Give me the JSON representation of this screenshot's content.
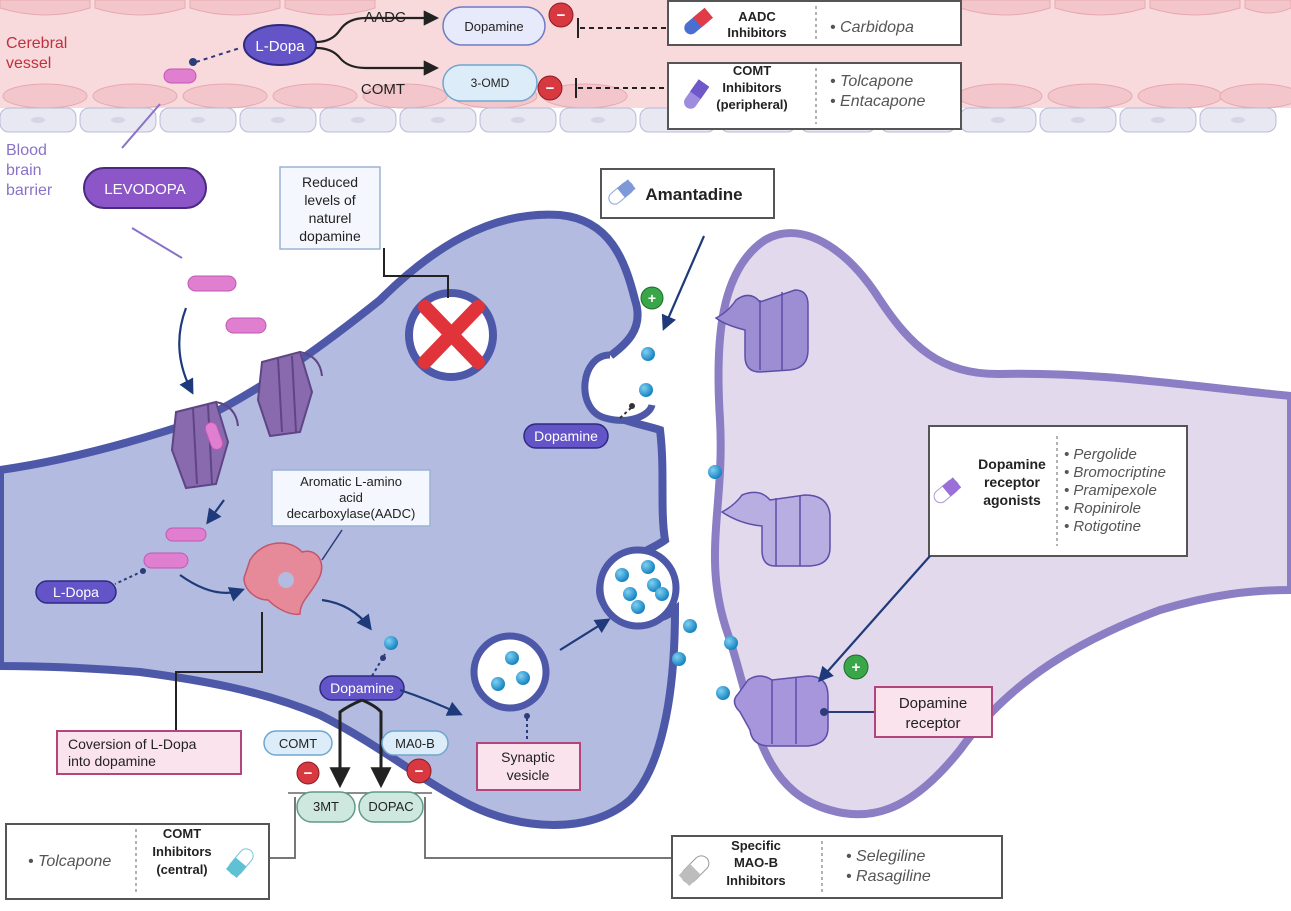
{
  "vessel": {
    "label_line1": "Cerebral",
    "label_line2": "vessel",
    "l_dopa": "L-Dopa",
    "aadc": "AADC",
    "comt": "COMT",
    "dopamine": "Dopamine",
    "three_omd": "3-OMD"
  },
  "bbb": {
    "line1": "Blood",
    "line2": "brain",
    "line3": "barrier"
  },
  "levodopa": "LEVODOPA",
  "aadc_inhibitors": {
    "title_line1": "AADC",
    "title_line2": "Inhibitors",
    "drugs": [
      "Carbidopa"
    ]
  },
  "comt_peripheral": {
    "title_line1": "COMT",
    "title_line2": "Inhibitors",
    "title_line3": "(peripheral)",
    "drugs": [
      "Tolcapone",
      "Entacapone"
    ]
  },
  "reduced_box": {
    "line1": "Reduced",
    "line2": "levels of",
    "line3": "naturel",
    "line4": "dopamine"
  },
  "amantadine": "Amantadine",
  "synapse": {
    "dopamine_release": "Dopamine",
    "aadc_line1": "Aromatic L-amino",
    "aadc_line2": "acid",
    "aadc_line3": "decarboxylase(AADC)",
    "l_dopa": "L-Dopa",
    "dopamine_center": "Dopamine",
    "comt": "COMT",
    "maob": "MA0-B",
    "three_mt": "3MT",
    "dopac": "DOPAC"
  },
  "conversion": {
    "line1": "Coversion  of  L-Dopa",
    "line2": "into dopamine"
  },
  "synaptic_vesicle": {
    "line1": "Synaptic",
    "line2": "vesicle"
  },
  "agonists": {
    "title_line1": "Dopamine",
    "title_line2": "receptor",
    "title_line3": "agonists",
    "drugs": [
      "Pergolide",
      "Bromocriptine",
      "Pramipexole",
      "Ropinirole",
      "Rotigotine"
    ]
  },
  "receptor_label": {
    "line1": "Dopamine",
    "line2": "receptor"
  },
  "comt_central": {
    "title_line1": "COMT",
    "title_line2": "Inhibitors",
    "title_line3": "(central)",
    "drugs": [
      "Tolcapone"
    ]
  },
  "maob_inhibitors": {
    "title_line1": "Specific",
    "title_line2": "MAO-B",
    "title_line3": "Inhibitors",
    "drugs": [
      "Selegiline",
      "Rasagiline"
    ]
  },
  "symbols": {
    "minus": "−",
    "plus": "+"
  },
  "colors": {
    "vessel_bg": "#f8dadd",
    "neuron_fill": "#b3bbe0",
    "neuron_stroke": "#4e58a8",
    "post_fill": "#e3d9ec",
    "post_stroke": "#8b7ec4",
    "pill_purple": "#7b57c4",
    "label_pink_bg": "#fbe3ee",
    "label_pink_border": "#b2457d",
    "dopamine_dot": "#1d9ed8",
    "inhibit_red": "#d8383f",
    "stim_green": "#3aa64a"
  }
}
